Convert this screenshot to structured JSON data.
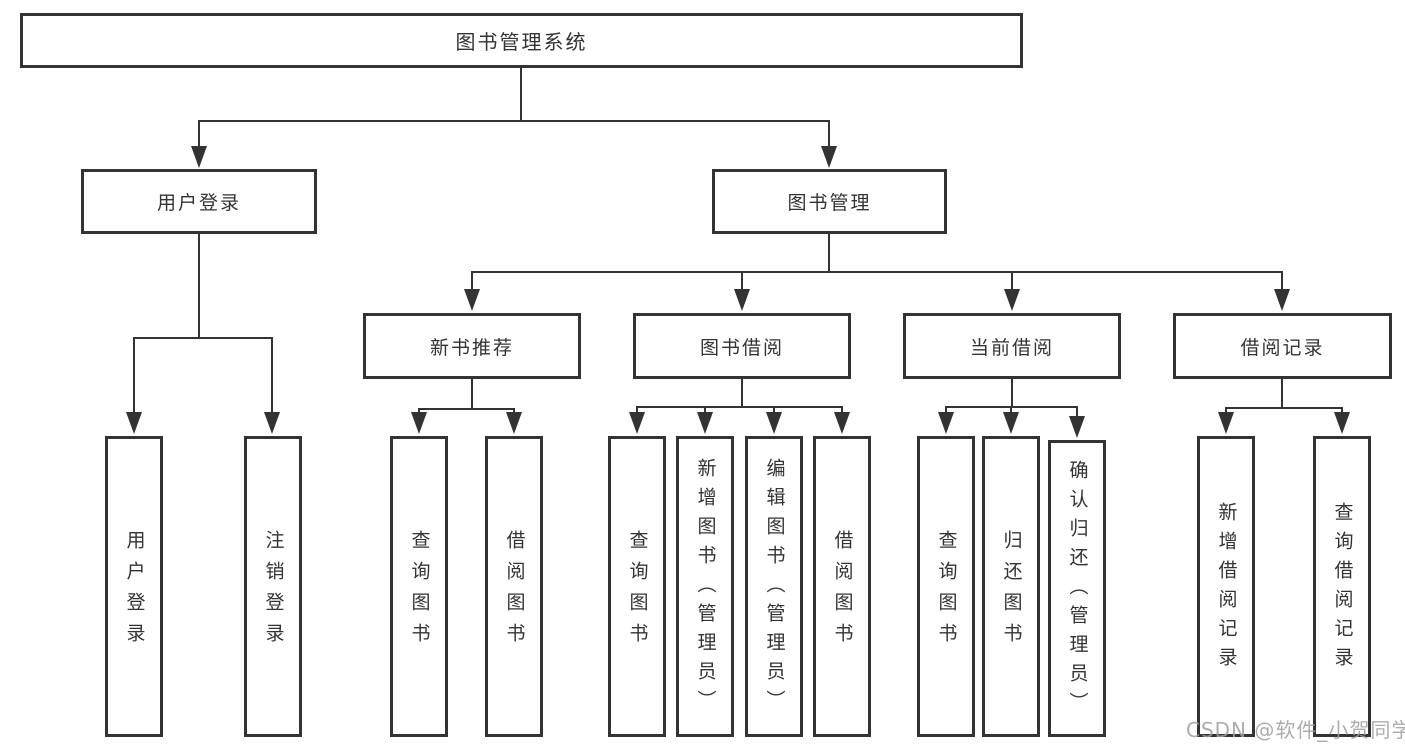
{
  "diagram_title": "图书管理系统",
  "tree": {
    "root": {
      "label": "图书管理系统",
      "children": [
        {
          "label": "用户登录",
          "children": [
            {
              "label": "用户登录"
            },
            {
              "label": "注销登录"
            }
          ]
        },
        {
          "label": "图书管理",
          "children": [
            {
              "label": "新书推荐",
              "children": [
                {
                  "label": "查询图书"
                },
                {
                  "label": "借阅图书"
                }
              ]
            },
            {
              "label": "图书借阅",
              "children": [
                {
                  "label": "查询图书"
                },
                {
                  "label": "新增图书（管理员）"
                },
                {
                  "label": "编辑图书（管理员）"
                },
                {
                  "label": "借阅图书"
                }
              ]
            },
            {
              "label": "当前借阅",
              "children": [
                {
                  "label": "查询图书"
                },
                {
                  "label": "归还图书"
                },
                {
                  "label": "确认归还（管理员）"
                }
              ]
            },
            {
              "label": "借阅记录",
              "children": [
                {
                  "label": "新增借阅记录"
                },
                {
                  "label": "查询借阅记录"
                }
              ]
            }
          ]
        }
      ]
    }
  },
  "watermark": "CSDN @软件_小贺同学",
  "colors": {
    "line": "#333333",
    "background": "#ffffff",
    "box_fill": "#ffffff",
    "text": "#333333",
    "watermark": "#9e9e9e"
  }
}
